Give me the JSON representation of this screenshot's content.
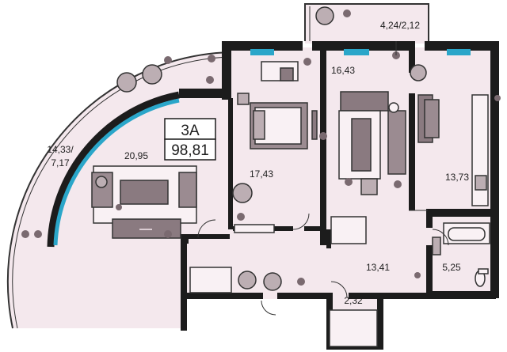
{
  "apartment": {
    "type_label": "3А",
    "total_area": "98,81"
  },
  "rooms": {
    "balcony_top": "4,24/2,12",
    "loggia": "14,33/",
    "loggia_sub": "7,17",
    "living": "20,95",
    "bedroom1": "17,43",
    "bedroom2": "16,43",
    "kitchen": "13,73",
    "hall": "13,41",
    "bathroom": "5,25",
    "closet": "2,32"
  },
  "colors": {
    "floor": "#f4e8ed",
    "wall": "#1c1c1c",
    "furniture": "#7a6a70",
    "window": "#2aa6c9",
    "outline": "#333333"
  },
  "icons": [
    "plant-icon",
    "armchair-icon",
    "sofa-icon",
    "bed-icon",
    "table-icon",
    "wardrobe-icon",
    "bathtub-icon",
    "toilet-icon",
    "sink-icon",
    "door-icon"
  ]
}
